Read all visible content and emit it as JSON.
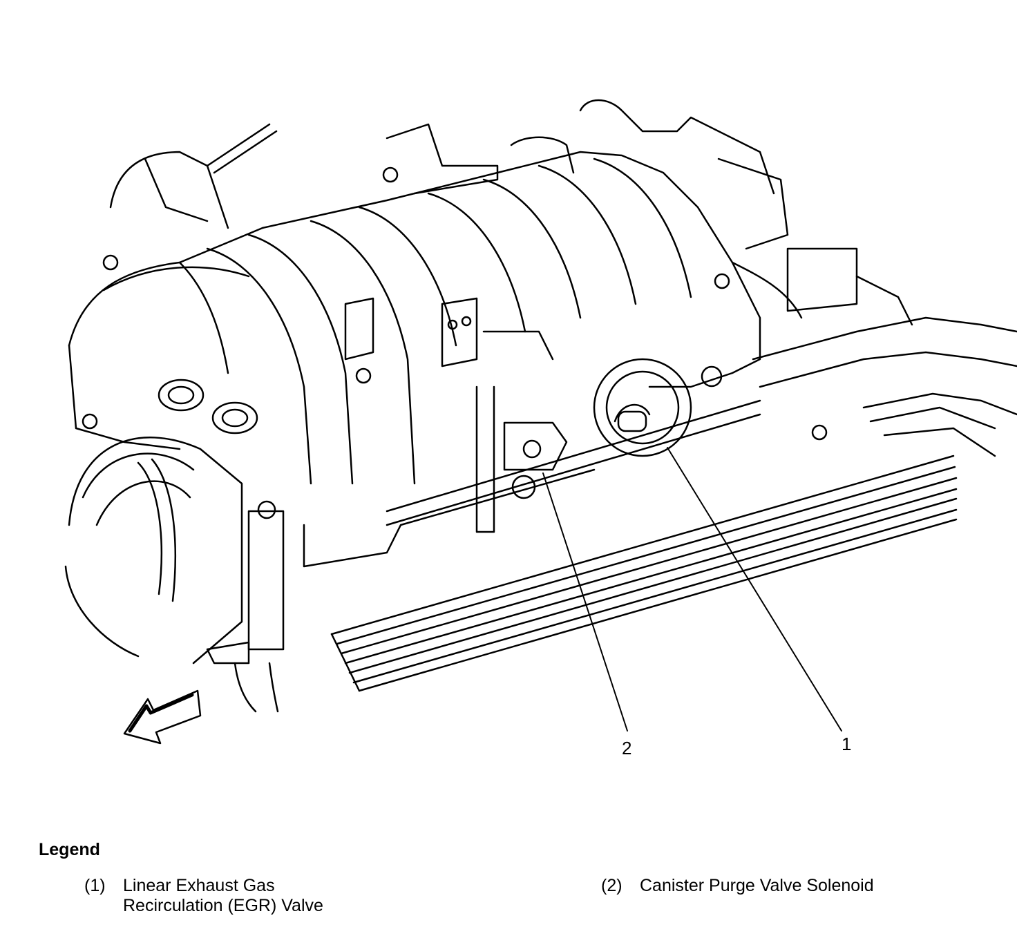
{
  "callouts": [
    {
      "number": "1"
    },
    {
      "number": "2"
    }
  ],
  "legend": {
    "title": "Legend",
    "items": [
      {
        "number": "(1)",
        "text": "Linear Exhaust Gas\nRecirculation (EGR) Valve"
      },
      {
        "number": "(2)",
        "text": "Canister Purge Valve Solenoid"
      }
    ]
  }
}
